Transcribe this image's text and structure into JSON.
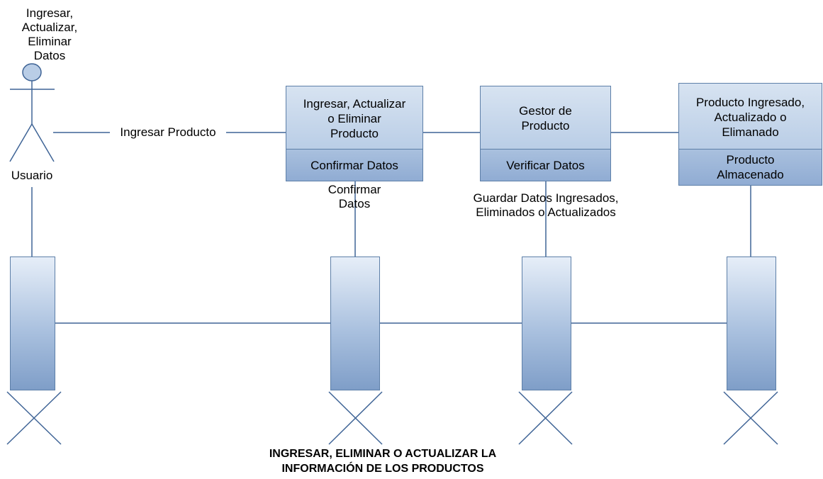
{
  "actor": {
    "name": "Usuario",
    "note": [
      "Ingresar,",
      "Actualizar,",
      "Eliminar",
      "Datos"
    ]
  },
  "objects": [
    {
      "title": [
        "Ingresar, Actualizar",
        "o Eliminar",
        "Producto"
      ],
      "operation": [
        "Confirmar Datos"
      ]
    },
    {
      "title": [
        "Gestor de",
        "Producto"
      ],
      "operation": [
        "Verificar Datos"
      ]
    },
    {
      "title": [
        "Producto Ingresado,",
        "Actualizado o",
        "Elimanado"
      ],
      "operation": [
        "Producto",
        "Almacenado"
      ]
    }
  ],
  "messages": {
    "m1": "Ingresar Producto",
    "m2": [
      "Confirmar",
      "Datos"
    ],
    "m3": [
      "Guardar Datos Ingresados,",
      "Eliminados o Actualizados"
    ]
  },
  "caption": [
    "INGRESAR, ELIMINAR O ACTUALIZAR LA",
    "INFORMACIÓN DE LOS PRODUCTOS"
  ],
  "colors": {
    "line": "#3f6496",
    "box_border": "#5d7fa8"
  }
}
